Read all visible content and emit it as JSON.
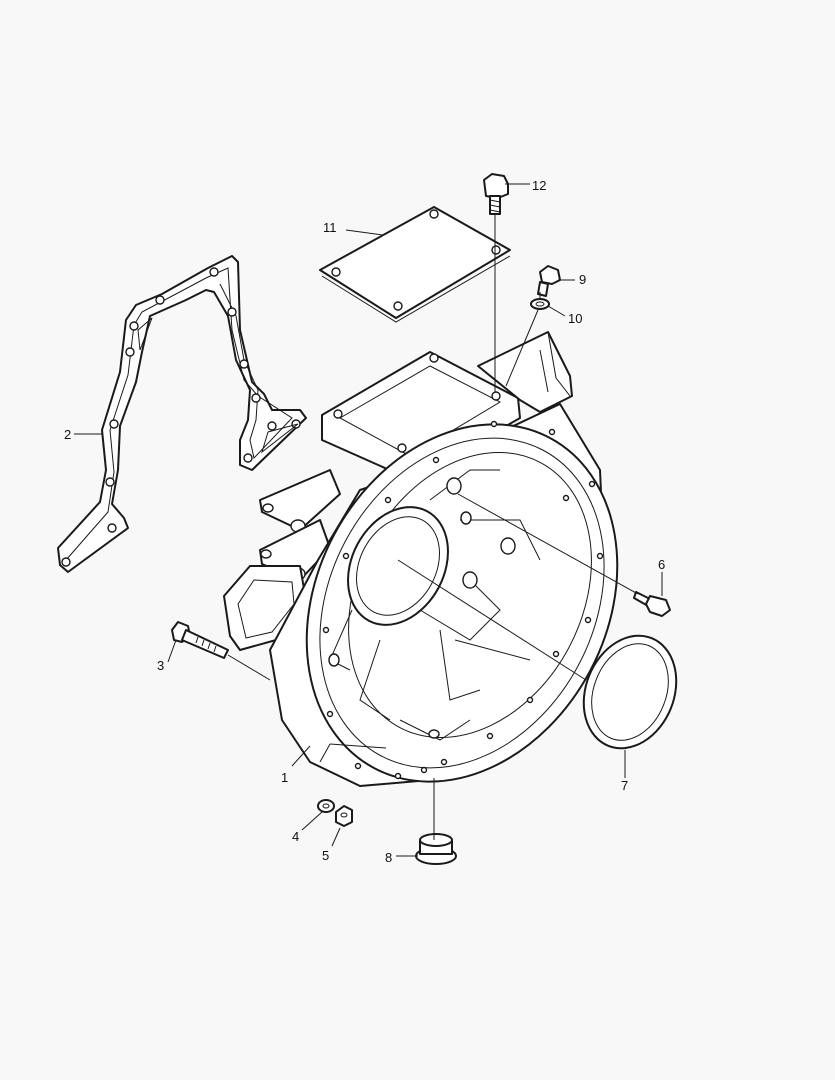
{
  "diagram": {
    "colors": {
      "line": "#1a1a1a",
      "background": "#f8f8f8",
      "part_fill": "#ffffff"
    },
    "callouts": {
      "c1": "1",
      "c2": "2",
      "c3": "3",
      "c4": "4",
      "c5": "5",
      "c6": "6",
      "c7": "7",
      "c8": "8",
      "c9": "9",
      "c10": "10",
      "c11": "11",
      "c12": "12"
    }
  }
}
